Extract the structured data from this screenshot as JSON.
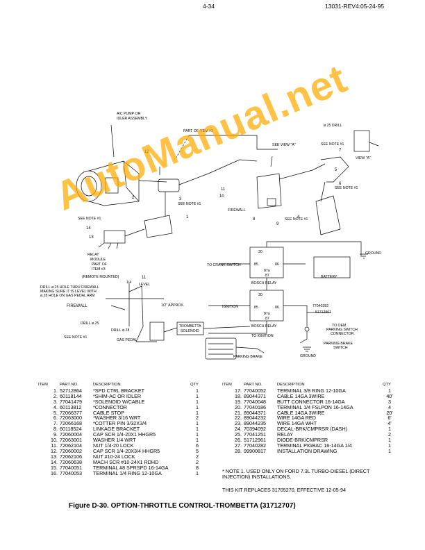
{
  "header": {
    "page_number": "4-34",
    "doc_rev": "13031-REV4:05-24-95"
  },
  "watermark": "AutoManual.net",
  "diagram": {
    "labels": {
      "ac_pump": "A/C PUMP OR",
      "ac_pump2": "IDLER ASSEMBLY",
      "part_of_item": "PART OF ITEM #3",
      "see_view_a": "SEE VIEW \"A\"",
      "drill_25_top": "ø.25 DRILL",
      "see_note1_a": "SEE NOTE #1",
      "view_a": "VIEW \"A\"",
      "see_note1_b": "SEE NOTE #1",
      "see_note1_c": "SEE NOTE #1",
      "firewall_top": "FIREWALL",
      "see_note1_d": "SEE NOTE #1",
      "see_note1_e": "SEE NOTE #1",
      "relay_module": "RELAY",
      "relay_module2": "MODULE",
      "relay_module3": "PART OF",
      "relay_module4": "ITEM #3",
      "remote_mounted": "(REMOTE MOUNTED)",
      "ground": "GROUND",
      "to_crank_switch": "TO CRANK SWITCH",
      "battery": "BATTERY",
      "bosch_relay_1": "BOSCH RELAY",
      "ignition": "IGNITION",
      "bosch_relay_2": "BOSCH RELAY",
      "pn_77040282": "77040282",
      "pn_51712961": "51712961",
      "to_oem_parking": "TO OEM",
      "to_oem_parking2": "PARKING SWITCH",
      "to_oem_parking3": "CONNECTOR",
      "parking_brake_switch": "PARKING BRAKE",
      "parking_brake_switch2": "SWITCH",
      "ground2": "GROUND",
      "drill_note": "DRILL ø.25 HOLE THRU FIREWALL",
      "drill_note2": "MAKING SURE IT IS LEVEL WITH",
      "drill_note3": "ø.28 HOLE ON GAS PEDAL ARM",
      "level": "LEVEL",
      "firewall_bottom": "FIREWALL",
      "approx": "1/2\" APPROX.",
      "drill_25": "DRILL ø.25",
      "drill_28": "DRILL ø.28",
      "gas_pedal": "GAS PEDAL",
      "see_note1_f": "SEE NOTE #1",
      "trombetta": "TROMBETTA",
      "trombetta2": "SOLENOID",
      "to_ignition": "TO IGNITION",
      "parking_brake": "PARKING BRAKE",
      "r30a": "30",
      "r85a": "85",
      "r86a": "86",
      "r87aa": "87a",
      "r87a": "87",
      "r30b": "30",
      "r85b": "85",
      "r86b": "86",
      "r87ab": "87a",
      "r87b": "87"
    },
    "callouts": [
      "12",
      "2",
      "3",
      "1",
      "14",
      "13",
      "11",
      "10",
      "8",
      "9",
      "4",
      "5",
      "6",
      "7",
      "11",
      "1/4"
    ]
  },
  "parts_headers": {
    "item": "ITEM",
    "part_no": "PART NO.",
    "description": "DESCRIPTION",
    "qty": "QTY"
  },
  "parts_left": [
    {
      "item": "1.",
      "pn": "52712864",
      "desc": "*SPD CTRL BRACKET",
      "qty": "1"
    },
    {
      "item": "2.",
      "pn": "60118144",
      "desc": "*SHIM-AC OR IDLER",
      "qty": "1"
    },
    {
      "item": "3.",
      "pn": "77041479",
      "desc": "*SOLENOID W/CABLE",
      "qty": "1"
    },
    {
      "item": "4.",
      "pn": "60113812",
      "desc": "*CONNECTOR",
      "qty": "1"
    },
    {
      "item": "5.",
      "pn": "72066377",
      "desc": "CABLE STOP",
      "qty": "1"
    },
    {
      "item": "6.",
      "pn": "72063000",
      "desc": "*WASHER 3/16 WRT",
      "qty": "2"
    },
    {
      "item": "7.",
      "pn": "72066168",
      "desc": "*COTTER PIN 3/32X3/4",
      "qty": "1"
    },
    {
      "item": "8.",
      "pn": "60118524",
      "desc": "LINKAGE BRACKET",
      "qty": "1"
    },
    {
      "item": "9.",
      "pn": "72060004",
      "desc": "CAP SCR 1/4-20X1 HHGR5",
      "qty": "1"
    },
    {
      "item": "10.",
      "pn": "72063001",
      "desc": "WASHER 1/4 WRT",
      "qty": "1"
    },
    {
      "item": "11.",
      "pn": "72062104",
      "desc": "NUT 1/4-20 LOCK",
      "qty": "6"
    },
    {
      "item": "12.",
      "pn": "72060002",
      "desc": "CAP SCR 1/4-20X3/4 HHGR5",
      "qty": "5"
    },
    {
      "item": "13.",
      "pn": "72062106",
      "desc": "NUT #10-24 LOCK",
      "qty": "2"
    },
    {
      "item": "14.",
      "pn": "72060638",
      "desc": "MACH SCR #10-24X1 RDHD",
      "qty": "2"
    },
    {
      "item": "15.",
      "pn": "77040051",
      "desc": "TERMINAL #8 SPRSPD 16-14GA",
      "qty": "8"
    },
    {
      "item": "16.",
      "pn": "77040053",
      "desc": "TERMINAL 1/4 RING 12-10GA",
      "qty": "1"
    }
  ],
  "parts_right": [
    {
      "item": "17.",
      "pn": "77040052",
      "desc": "TERMINAL 3/8 RING 12-10GA",
      "qty": "1"
    },
    {
      "item": "18.",
      "pn": "89044371",
      "desc": "CABLE 14GA 3WIRE",
      "qty": "40'"
    },
    {
      "item": "19.",
      "pn": "77040048",
      "desc": "BUTT CONNECTOR 16-14GA",
      "qty": "3"
    },
    {
      "item": "20.",
      "pn": "77040186",
      "desc": "TERMINAL 1/4 FSLPON 16-14GA",
      "qty": "4"
    },
    {
      "item": "21.",
      "pn": "89044371",
      "desc": "CABLE 14GA 3WIRE",
      "qty": "20'"
    },
    {
      "item": "22.",
      "pn": "89044232",
      "desc": "WIRE 14GA RED",
      "qty": "6'"
    },
    {
      "item": "23.",
      "pn": "89044235",
      "desc": "WIRE 14GA WHT",
      "qty": "4'"
    },
    {
      "item": "24.",
      "pn": "70394092",
      "desc": "DECAL-BRK/CMPRSR (DASH)",
      "qty": "1"
    },
    {
      "item": "25.",
      "pn": "77041251",
      "desc": "RELAY",
      "qty": "2"
    },
    {
      "item": "26.",
      "pn": "51712961",
      "desc": "DIODE-BRK/CMPRSR",
      "qty": "1"
    },
    {
      "item": "27.",
      "pn": "77040282",
      "desc": "TERMINAL PIGBAC 16-14GA 1/4",
      "qty": "1"
    },
    {
      "item": "28.",
      "pn": "99900817",
      "desc": "INSTALLATION DRAWING",
      "qty": "1"
    }
  ],
  "note": "*  NOTE 1.  USED ONLY ON FORD 7.3L TURBO-DIESEL (DIRECT INJECTION) INSTALLATIONS.",
  "kit_text": "THIS KIT REPLACES 31705270, EFFECTIVE 12-05-94",
  "figure_caption": "Figure D-30.  OPTION-THROTTLE CONTROL-TROMBETTA (31712707)"
}
